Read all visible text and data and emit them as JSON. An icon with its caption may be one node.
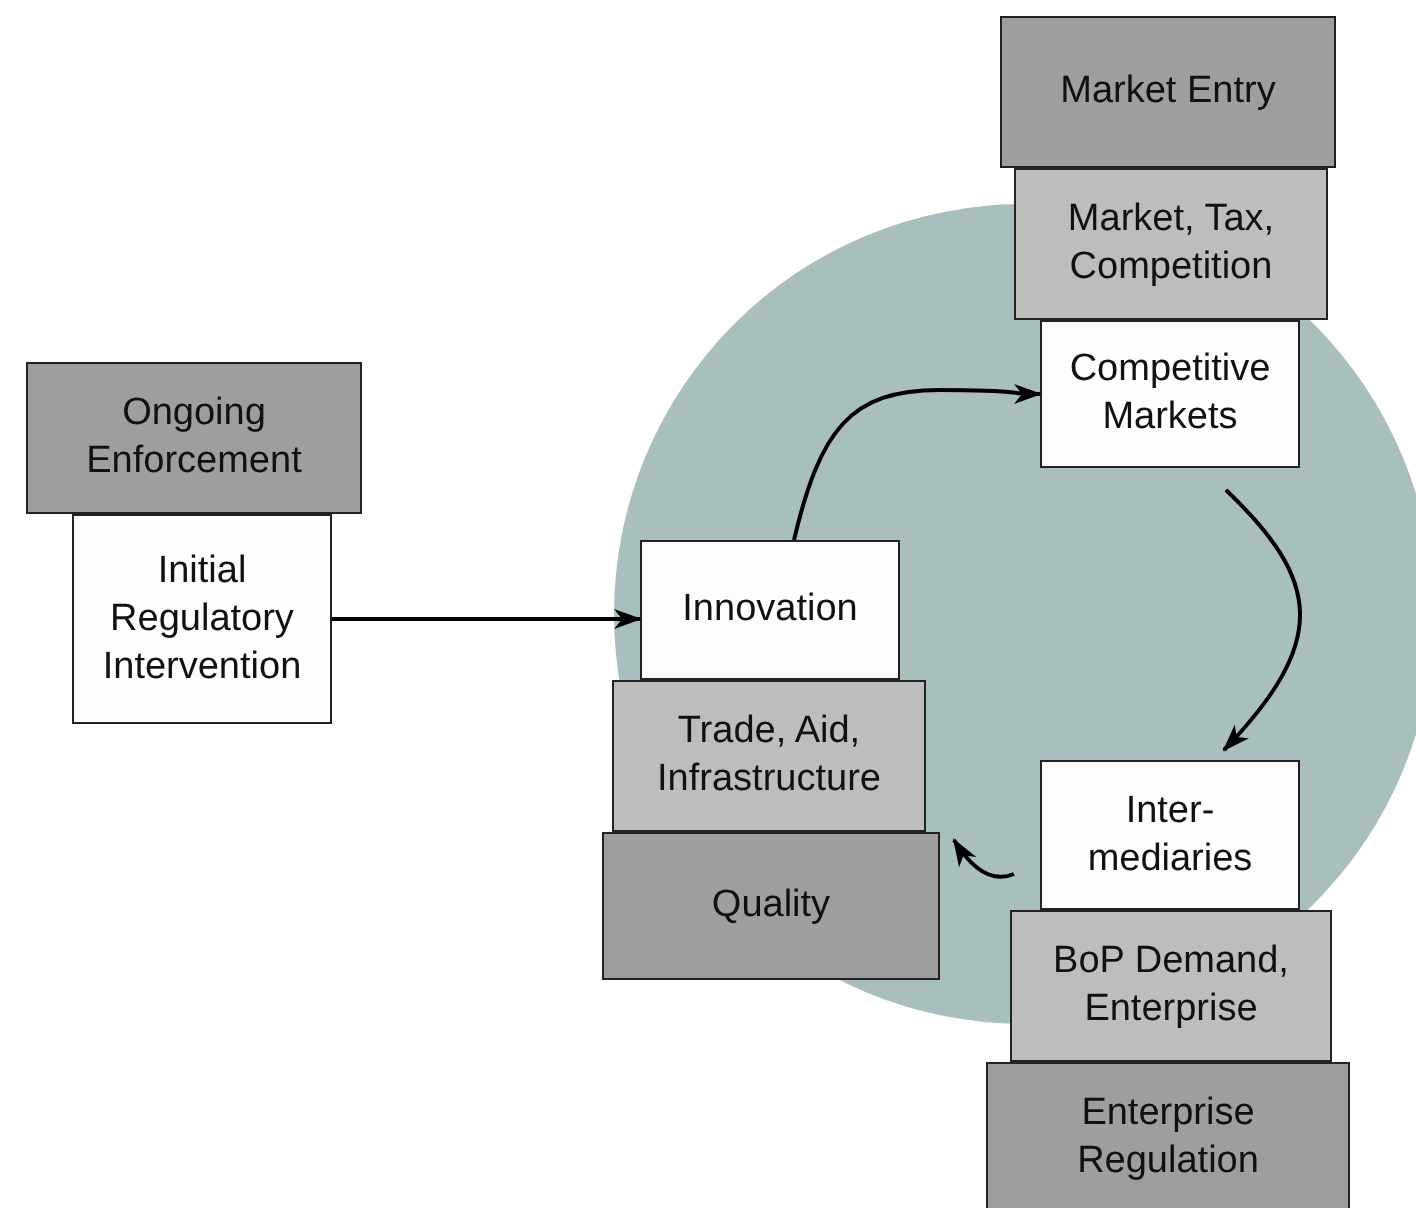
{
  "diagram": {
    "nodes": [
      {
        "text": [
          "Ongoing Enforcement"
        ]
      },
      {
        "text": [
          "Initial Regulatory Intervention"
        ]
      },
      {
        "text": [
          "Innovation"
        ]
      },
      {
        "text": [
          "Trade, Aid, Infrastructure"
        ]
      },
      {
        "text": [
          "Quality"
        ]
      },
      {
        "text": [
          "Market Entry"
        ]
      },
      {
        "text": [
          "Market, Tax, Competition"
        ]
      },
      {
        "text": [
          "Competitive Markets"
        ]
      },
      {
        "text": [
          "Inter- mediaries"
        ]
      },
      {
        "text": [
          "BoP Demand, Enterprise"
        ]
      },
      {
        "text": [
          "Enterprise Regulation"
        ]
      }
    ],
    "edges": [
      {
        "from": 1,
        "to": 2,
        "arrow": "to"
      },
      {
        "from": 2,
        "to": 7,
        "arrow": "to"
      },
      {
        "from": 7,
        "to": 8,
        "arrow": "to"
      },
      {
        "from": 8,
        "to": 4,
        "arrow": "to"
      }
    ]
  }
}
